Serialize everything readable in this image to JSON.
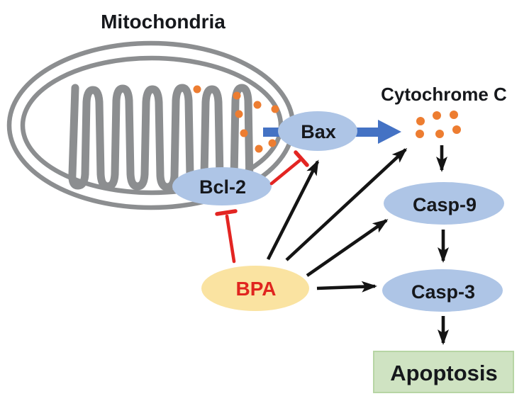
{
  "labels": {
    "mitochondria": "Mitochondria",
    "cytochrome_c": "Cytochrome C"
  },
  "nodes": {
    "bax": "Bax",
    "bcl2": "Bcl-2",
    "bpa": "BPA",
    "casp9": "Casp-9",
    "casp3": "Casp-3",
    "apoptosis": "Apoptosis"
  },
  "colors": {
    "membrane_gray": "#8c8e90",
    "node_blue": "#aec5e6",
    "arrow_blue": "#4472c4",
    "dot_orange": "#ed7d31",
    "bpa_yellow": "#fae3a1",
    "bpa_text_red": "#e0251f",
    "inhibit_red": "#e32522",
    "apoptosis_green": "#cfe3c2",
    "apoptosis_border": "#b7d5a4",
    "arrow_black": "#141414",
    "text_black": "#16181c"
  },
  "edges": [
    {
      "from": "Bax",
      "to": "Cytochrome C",
      "type": "activate",
      "style": "thick-blue-arrow"
    },
    {
      "from": "Cytochrome C",
      "to": "Casp-9",
      "type": "activate"
    },
    {
      "from": "Casp-9",
      "to": "Casp-3",
      "type": "activate"
    },
    {
      "from": "Casp-3",
      "to": "Apoptosis",
      "type": "activate"
    },
    {
      "from": "BPA",
      "to": "Bax",
      "type": "activate"
    },
    {
      "from": "BPA",
      "to": "Cytochrome C",
      "type": "activate"
    },
    {
      "from": "BPA",
      "to": "Casp-9",
      "type": "activate"
    },
    {
      "from": "BPA",
      "to": "Casp-3",
      "type": "activate"
    },
    {
      "from": "BPA",
      "to": "Bcl-2",
      "type": "inhibit"
    },
    {
      "from": "Bcl-2",
      "to": "Bax",
      "type": "inhibit"
    }
  ]
}
